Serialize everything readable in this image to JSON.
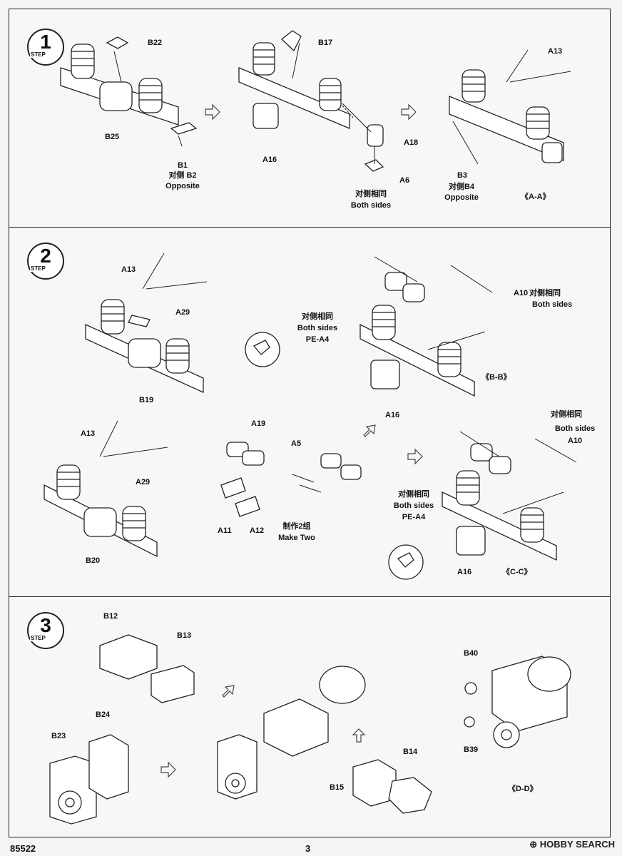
{
  "steps": [
    {
      "number": "1",
      "word": "STEP"
    },
    {
      "number": "2",
      "word": "STEP"
    },
    {
      "number": "3",
      "word": "STEP"
    }
  ],
  "labels": {
    "s1_b22": "B22",
    "s1_b25": "B25",
    "s1_b1": "B1",
    "s1_b2_cn": "对侧 B2",
    "s1_opp1": "Opposite",
    "s1_b17": "B17",
    "s1_a16": "A16",
    "s1_a18": "A18",
    "s1_a6": "A6",
    "s1_both_cn": "对侧相同",
    "s1_both": "Both sides",
    "s1_a13": "A13",
    "s1_b3": "B3",
    "s1_b4_cn": "对侧B4",
    "s1_opp2": "Opposite",
    "s1_view": "《A-A》",
    "s2_a13_top": "A13",
    "s2_a29_top": "A29",
    "s2_b19": "B19",
    "s2_both_cn1": "对侧相同",
    "s2_both1": "Both sides",
    "s2_pe1": "PE-A4",
    "s2_a10_top": "A10",
    "s2_a10_cn": "对侧相同",
    "s2_both_top": "Both sides",
    "s2_view_b": "《B-B》",
    "s2_a16_top": "A16",
    "s2_a13_bot": "A13",
    "s2_a29_bot": "A29",
    "s2_b20": "B20",
    "s2_a19": "A19",
    "s2_a11": "A11",
    "s2_a12": "A12",
    "s2_a5": "A5",
    "s2_make_cn": "制作2组",
    "s2_make": "Make Two",
    "s2_both_cn2": "对侧相同",
    "s2_both2": "Both sides",
    "s2_a10_bot": "A10",
    "s2_both_cn3": "对侧相同",
    "s2_both3": "Both sides",
    "s2_pe2": "PE-A4",
    "s2_a16_bot": "A16",
    "s2_view_c": "《C-C》",
    "s3_b12": "B12",
    "s3_b13": "B13",
    "s3_b24": "B24",
    "s3_b23": "B23",
    "s3_b14": "B14",
    "s3_b15": "B15",
    "s3_b40": "B40",
    "s3_b39": "B39",
    "s3_view_d": "《D-D》"
  },
  "footer": {
    "code": "85522",
    "page": "3",
    "watermark": "⊕ HOBBY SEARCH"
  }
}
